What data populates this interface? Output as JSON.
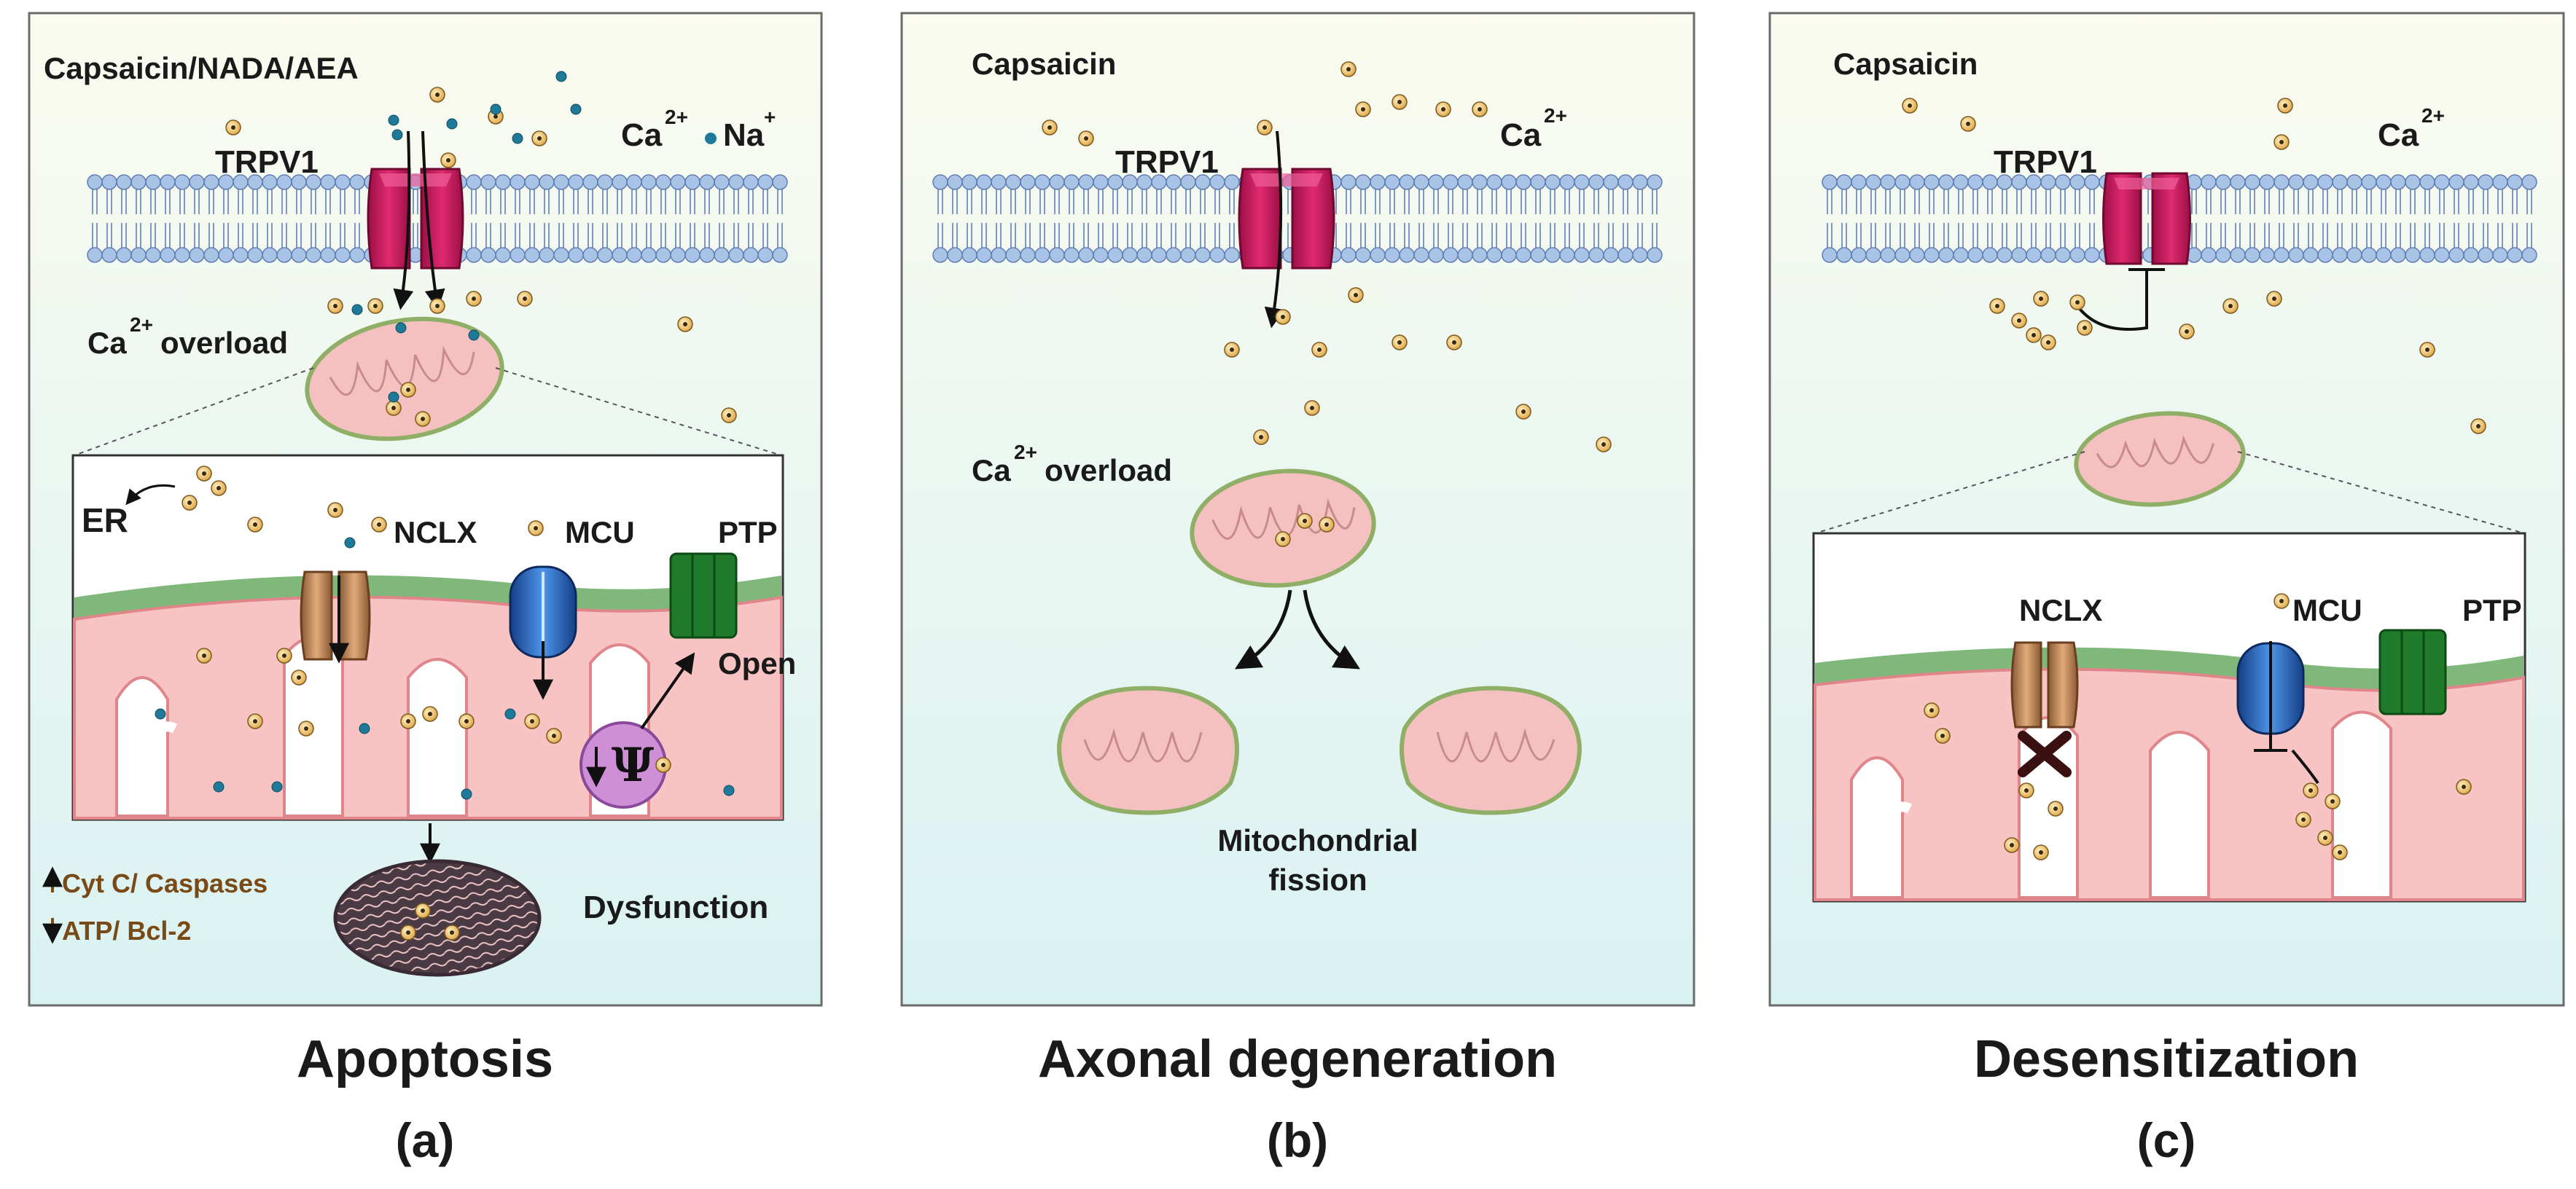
{
  "colors": {
    "panel_top": "#fbfbf0",
    "panel_bottom": "#d9f2f2",
    "membrane_head": "#a9c3e6",
    "trpv1": "#c8185a",
    "mito_fill": "#f5c0c0",
    "mito_edge": "#8fae66",
    "inner_membrane": "#5ea35e",
    "calcium_ion": "#f0c060",
    "sodium_ion": "#1f7a9a",
    "nclx": "#c88a5a",
    "mcu": "#2f6fc8",
    "ptp": "#1f7a2a",
    "psi_circle": "#cf8fd6",
    "text_brown": "#7a4a16"
  },
  "panel_a": {
    "agonists": "Capsaicin/NADA/AEA",
    "ion_ca": "Ca",
    "ion_ca_sup": "2+",
    "ion_na": "Na",
    "ion_na_sup": "+",
    "channel": "TRPV1",
    "overload_ca": "Ca",
    "overload_sup": "2+",
    "overload_word": "overload",
    "er": "ER",
    "nclx": "NCLX",
    "mcu": "MCU",
    "ptp": "PTP",
    "open": "Open",
    "psi": "Ψ",
    "up_line1": "Cyt C/ Caspases",
    "down_line2": "ATP/ Bcl-2",
    "dysfunction": "Dysfunction",
    "outcome": "Apoptosis",
    "letter": "(a)"
  },
  "panel_b": {
    "agonist": "Capsaicin",
    "ion_ca": "Ca",
    "ion_ca_sup": "2+",
    "channel": "TRPV1",
    "overload_ca": "Ca",
    "overload_sup": "2+",
    "overload_word": "overload",
    "fission_line1": "Mitochondrial",
    "fission_line2": "fission",
    "outcome": "Axonal degeneration",
    "letter": "(b)"
  },
  "panel_c": {
    "agonist": "Capsaicin",
    "ion_ca": "Ca",
    "ion_ca_sup": "2+",
    "channel": "TRPV1",
    "nclx": "NCLX",
    "mcu": "MCU",
    "ptp": "PTP",
    "outcome": "Desensitization",
    "letter": "(c)"
  }
}
